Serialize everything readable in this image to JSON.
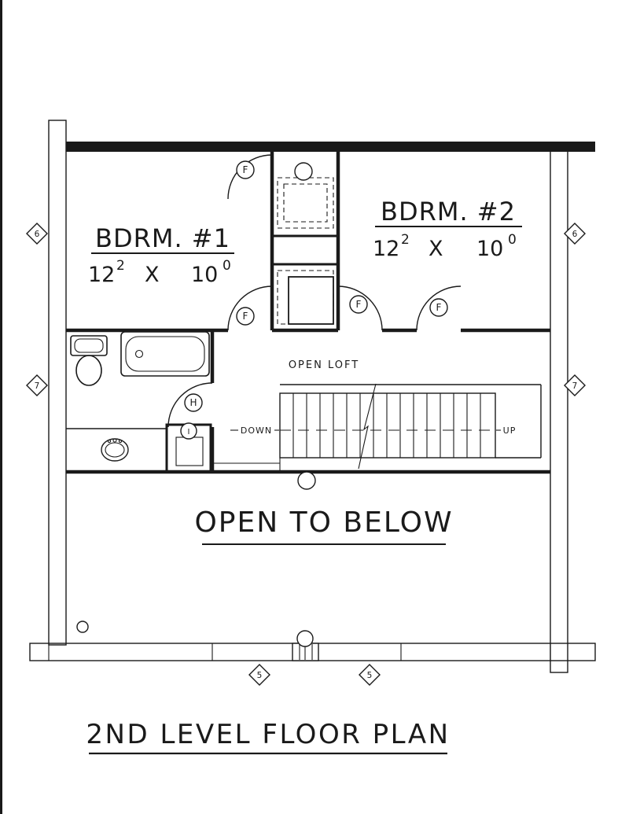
{
  "drawing": {
    "title": "2ND LEVEL FLOOR PLAN",
    "rooms": {
      "bedroom1": {
        "name": "BDRM. #1",
        "dim_w": "12",
        "dim_w_sup": "2",
        "times": "X",
        "dim_h": "10",
        "dim_h_sup": "0"
      },
      "bedroom2": {
        "name": "BDRM. #2",
        "dim_w": "12",
        "dim_w_sup": "2",
        "times": "X",
        "dim_h": "10",
        "dim_h_sup": "0"
      },
      "open_loft": "OPEN LOFT",
      "open_to_below": "OPEN TO BELOW"
    },
    "stairs": {
      "down_label": "DOWN",
      "up_label": "UP"
    },
    "markers": {
      "door": "F",
      "h": "H",
      "i": "I",
      "grid_5": "5",
      "grid_6": "6",
      "grid_7": "7"
    },
    "colors": {
      "ink": "#1a1a1a",
      "paper": "#ffffff"
    }
  }
}
